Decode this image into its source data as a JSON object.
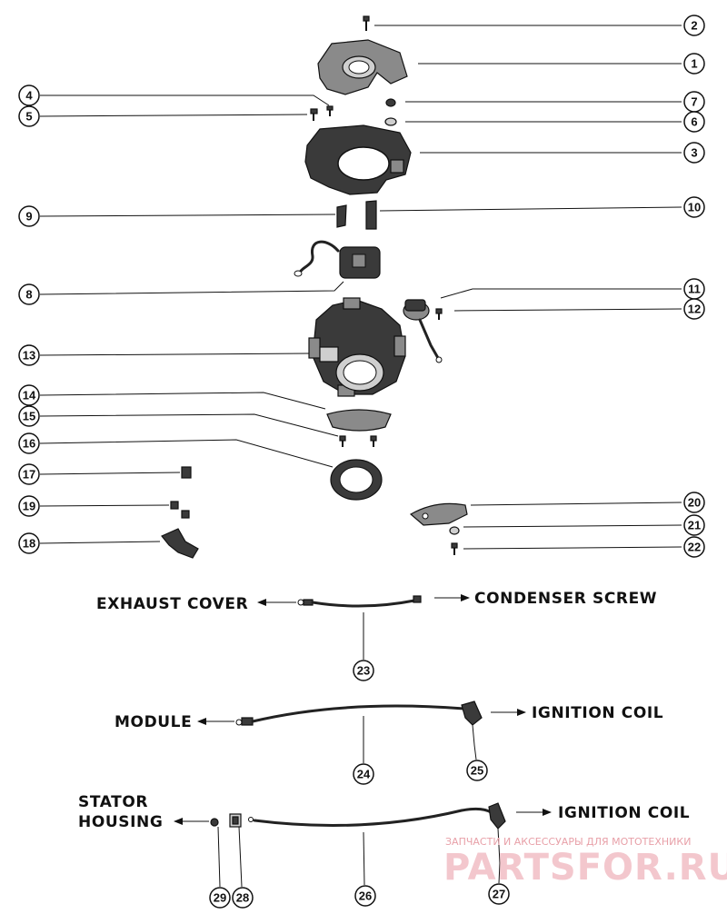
{
  "callouts": [
    {
      "id": "c1",
      "label": "1"
    },
    {
      "id": "c2",
      "label": "2"
    },
    {
      "id": "c3",
      "label": "3"
    },
    {
      "id": "c4",
      "label": "4"
    },
    {
      "id": "c5",
      "label": "5"
    },
    {
      "id": "c6",
      "label": "6"
    },
    {
      "id": "c7",
      "label": "7"
    },
    {
      "id": "c8",
      "label": "8"
    },
    {
      "id": "c9",
      "label": "9"
    },
    {
      "id": "c10",
      "label": "10"
    },
    {
      "id": "c11",
      "label": "11"
    },
    {
      "id": "c12",
      "label": "12"
    },
    {
      "id": "c13",
      "label": "13"
    },
    {
      "id": "c14",
      "label": "14"
    },
    {
      "id": "c15",
      "label": "15"
    },
    {
      "id": "c16",
      "label": "16"
    },
    {
      "id": "c17",
      "label": "17"
    },
    {
      "id": "c18",
      "label": "18"
    },
    {
      "id": "c19",
      "label": "19"
    },
    {
      "id": "c20",
      "label": "20"
    },
    {
      "id": "c21",
      "label": "21"
    },
    {
      "id": "c22",
      "label": "22"
    },
    {
      "id": "c23",
      "label": "23"
    },
    {
      "id": "c24",
      "label": "24"
    },
    {
      "id": "c25",
      "label": "25"
    },
    {
      "id": "c26",
      "label": "26"
    },
    {
      "id": "c27",
      "label": "27"
    },
    {
      "id": "c28",
      "label": "28"
    },
    {
      "id": "c29",
      "label": "29"
    }
  ],
  "captions": {
    "exhaust_cover": "EXHAUST COVER",
    "condenser_screw": "CONDENSER SCREW",
    "module": "MODULE",
    "ignition_coil_1": "IGNITION COIL",
    "stator": "STATOR",
    "housing": "HOUSING",
    "ignition_coil_2": "IGNITION COIL"
  },
  "watermark": {
    "tagline": "ЗАПЧАСТИ И АКСЕССУАРЫ ДЛЯ МОТОТЕХНИКИ",
    "brand": "PARTSFOR.RU"
  }
}
